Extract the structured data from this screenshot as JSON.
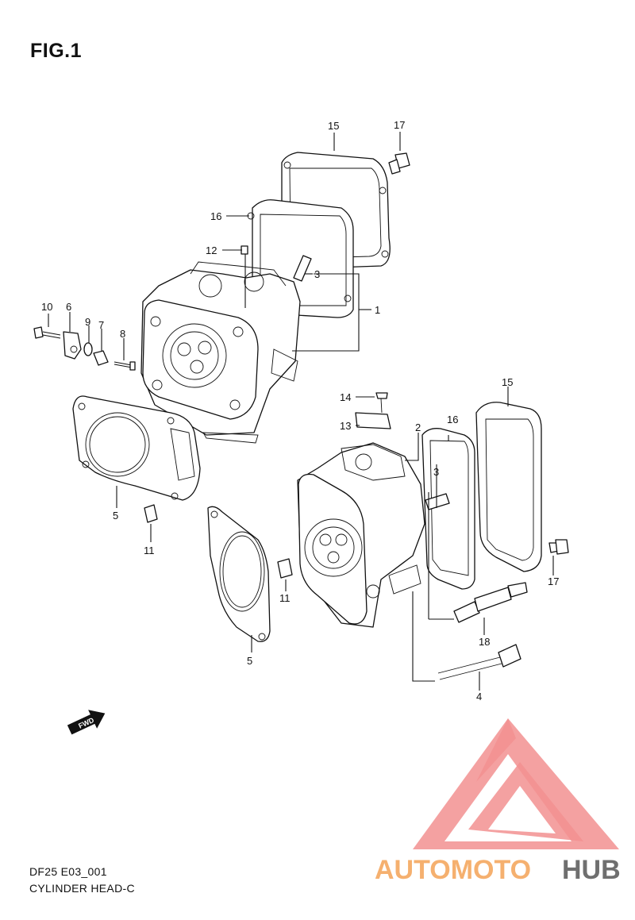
{
  "figure": {
    "title": "FIG.1"
  },
  "footer": {
    "code": "DF25 E03_001",
    "name": "CYLINDER HEAD-C"
  },
  "fwd_badge": "FWD",
  "watermark": {
    "part1": "AUTOMOTO",
    "part2": "HUB",
    "color_red": "#f08a8a",
    "color_orange": "#f5b060",
    "color_gray": "#6f6f6f"
  },
  "callouts": {
    "c15a": "15",
    "c17a": "17",
    "c16a": "16",
    "c12": "12",
    "c3a": "3",
    "c1": "1",
    "c10": "10",
    "c6": "6",
    "c9": "9",
    "c7": "7",
    "c8": "8",
    "c5a": "5",
    "c11a": "11",
    "c14": "14",
    "c15b": "15",
    "c13": "13",
    "c2": "2",
    "c16b": "16",
    "c3b": "3",
    "c17b": "17",
    "c11b": "11",
    "c5b": "5",
    "c18": "18",
    "c4": "4"
  }
}
